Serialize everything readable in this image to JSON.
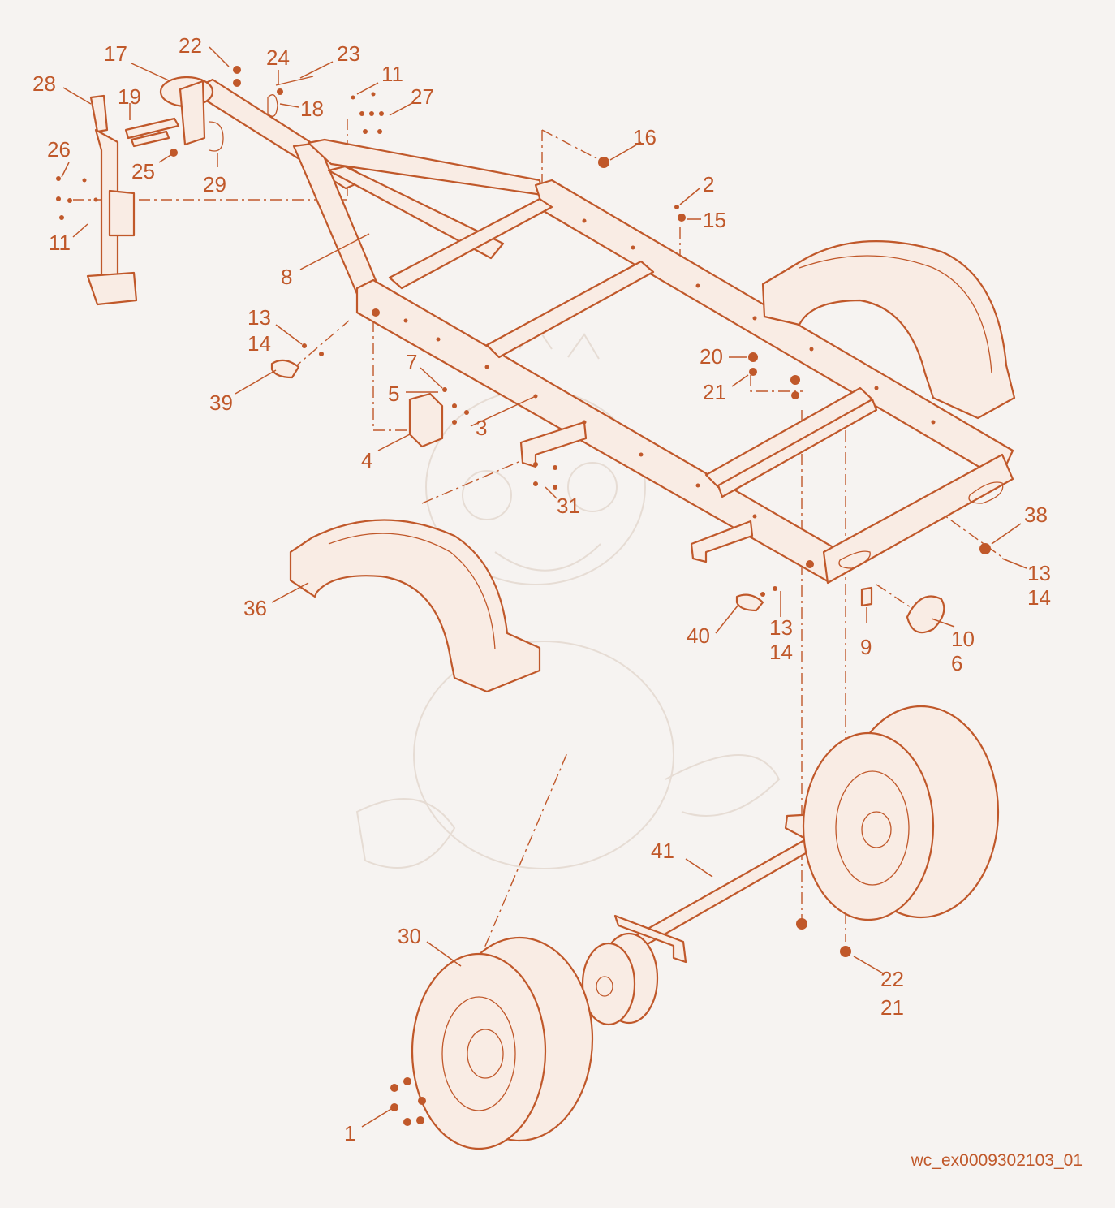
{
  "diagram": {
    "image_ref": "wc_ex0009302103_01",
    "colors": {
      "line": "#c0582a",
      "background": "#f6f3f1",
      "watermark": "#e6dcd4"
    },
    "callouts": [
      {
        "id": "c1",
        "text": "1"
      },
      {
        "id": "c2",
        "text": "2"
      },
      {
        "id": "c3",
        "text": "3"
      },
      {
        "id": "c4",
        "text": "4"
      },
      {
        "id": "c5",
        "text": "5"
      },
      {
        "id": "c6",
        "text": "6"
      },
      {
        "id": "c7",
        "text": "7"
      },
      {
        "id": "c8",
        "text": "8"
      },
      {
        "id": "c9",
        "text": "9"
      },
      {
        "id": "c10",
        "text": "10"
      },
      {
        "id": "c11a",
        "text": "11"
      },
      {
        "id": "c11b",
        "text": "11"
      },
      {
        "id": "c13a",
        "text": "13"
      },
      {
        "id": "c14a",
        "text": "14"
      },
      {
        "id": "c13b",
        "text": "13"
      },
      {
        "id": "c14b",
        "text": "14"
      },
      {
        "id": "c13c",
        "text": "13"
      },
      {
        "id": "c14c",
        "text": "14"
      },
      {
        "id": "c15",
        "text": "15"
      },
      {
        "id": "c16",
        "text": "16"
      },
      {
        "id": "c17",
        "text": "17"
      },
      {
        "id": "c18",
        "text": "18"
      },
      {
        "id": "c19",
        "text": "19"
      },
      {
        "id": "c20",
        "text": "20"
      },
      {
        "id": "c21a",
        "text": "21"
      },
      {
        "id": "c21b",
        "text": "21"
      },
      {
        "id": "c22a",
        "text": "22"
      },
      {
        "id": "c22b",
        "text": "22"
      },
      {
        "id": "c23",
        "text": "23"
      },
      {
        "id": "c24",
        "text": "24"
      },
      {
        "id": "c25",
        "text": "25"
      },
      {
        "id": "c26",
        "text": "26"
      },
      {
        "id": "c27",
        "text": "27"
      },
      {
        "id": "c28",
        "text": "28"
      },
      {
        "id": "c29",
        "text": "29"
      },
      {
        "id": "c30",
        "text": "30"
      },
      {
        "id": "c31",
        "text": "31"
      },
      {
        "id": "c36",
        "text": "36"
      },
      {
        "id": "c38",
        "text": "38"
      },
      {
        "id": "c39",
        "text": "39"
      },
      {
        "id": "c40",
        "text": "40"
      },
      {
        "id": "c41",
        "text": "41"
      }
    ]
  }
}
